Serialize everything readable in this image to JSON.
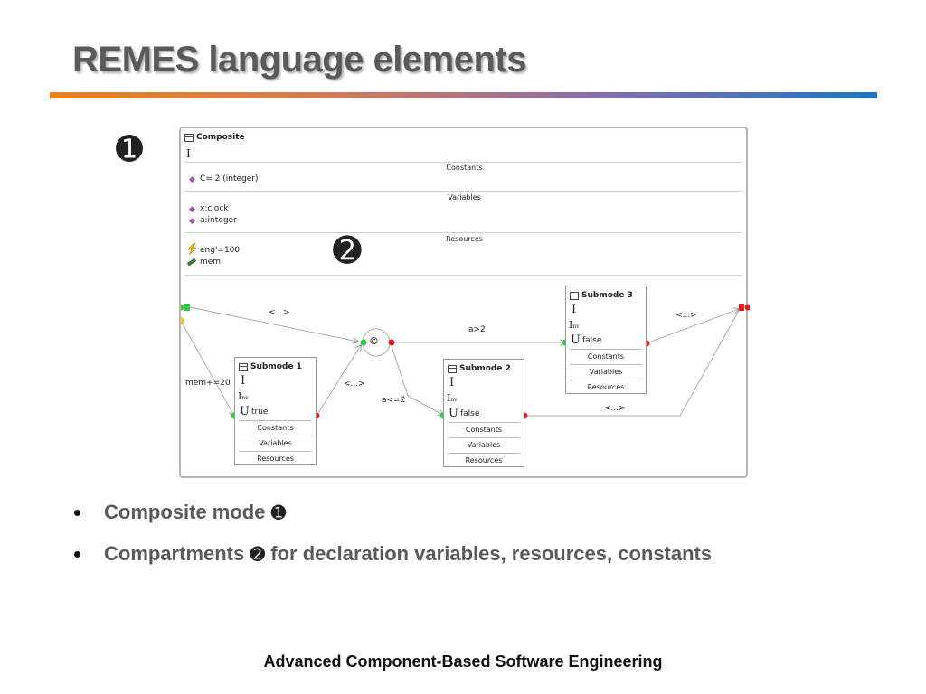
{
  "slide": {
    "title": "REMES language elements",
    "marker_1": "➊",
    "marker_2": "➋",
    "bullets": [
      {
        "label": "Composite mode",
        "marker": "➊",
        "rest": ""
      },
      {
        "label": "Compartments",
        "marker": "➋",
        "rest": "for declaration variables, resources, constants"
      }
    ],
    "footer": "Advanced Component-Based Software Engineering"
  },
  "diagram": {
    "composite_title": "Composite",
    "invariant_symbol": "I",
    "constants_label": "Constants",
    "constants": [
      "C= 2 (integer)"
    ],
    "variables_label": "Variables",
    "variables": [
      "x:clock",
      "a:integer"
    ],
    "resources_label": "Resources",
    "resources": [
      "eng'=100",
      "mem"
    ],
    "conditional_symbol": "©",
    "edge_labels": {
      "top_left": "<...>",
      "mem_update": "mem+=20",
      "sub1_to_c": "<...>",
      "c_to_sub3": "a>2",
      "c_to_sub2": "a<=2",
      "sub3_to_exit": "<...>",
      "sub2_to_exit": "<...>"
    },
    "submodes": [
      {
        "title": "Submode 1",
        "init": "I",
        "inv": "I",
        "inv_sub": "nv",
        "urgent": "U",
        "urgent_value": "true",
        "compartments": [
          "Constants",
          "Variables",
          "Resources"
        ]
      },
      {
        "title": "Submode 2",
        "init": "I",
        "inv": "I",
        "inv_sub": "nv",
        "urgent": "U",
        "urgent_value": "false",
        "compartments": [
          "Constants",
          "Variables",
          "Resources"
        ]
      },
      {
        "title": "Submode 3",
        "init": "I",
        "inv": "I",
        "inv_sub": "nv",
        "urgent": "U",
        "urgent_value": "false",
        "compartments": [
          "Constants",
          "Variables",
          "Resources"
        ]
      }
    ]
  },
  "colors": {
    "entry_point": "#2ecc40",
    "exit_point": "#e02020",
    "init_point": "#f0d020",
    "title_bar_start": "#e8821e",
    "title_bar_end": "#1f74c4"
  }
}
